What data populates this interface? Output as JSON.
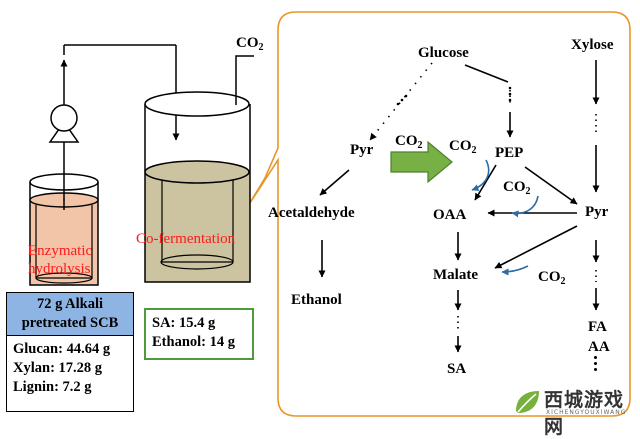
{
  "left": {
    "co2_top": "CO",
    "co2_top_sub": "2",
    "enzymatic_line1": "Enzymatic",
    "enzymatic_line2": "hydrolysis",
    "cofermentation": "Co-fermentation",
    "alkali_line1": "72 g Alkali",
    "alkali_line2": "pretreated SCB",
    "glucan": "Glucan: 44.64 g",
    "xylan": "Xylan: 17.28 g",
    "lignin": "Lignin: 7.2 g",
    "sa_result": "SA: 15.4 g",
    "ethanol_result": "Ethanol: 14 g"
  },
  "pathway": {
    "glucose": "Glucose",
    "xylose": "Xylose",
    "pyr_left": "Pyr",
    "co2_arrow": "CO",
    "co2_arrow_sub": "2",
    "co2_a": "CO",
    "co2_a_sub": "2",
    "pep": "PEP",
    "co2_b": "CO",
    "co2_b_sub": "2",
    "acetaldehyde": "Acetaldehyde",
    "oaa": "OAA",
    "pyr_right": "Pyr",
    "ethanol": "Ethanol",
    "malate": "Malate",
    "co2_c": "CO",
    "co2_c_sub": "2",
    "fa": "FA",
    "aa": "AA",
    "sa": "SA"
  },
  "watermark": {
    "text": "西城游戏网",
    "subtext": "XICHENGYOUXIWANG"
  },
  "colors": {
    "callout_border": "#e8962a",
    "red_label": "#ff1a1a",
    "blue_box": "#8db4e2",
    "green_border": "#4f9a3a",
    "green_arrow": "#77b045",
    "liquid_left": "#f2c4a8",
    "liquid_right": "#ccc3a0",
    "curve_arrow": "#2e6da4"
  }
}
